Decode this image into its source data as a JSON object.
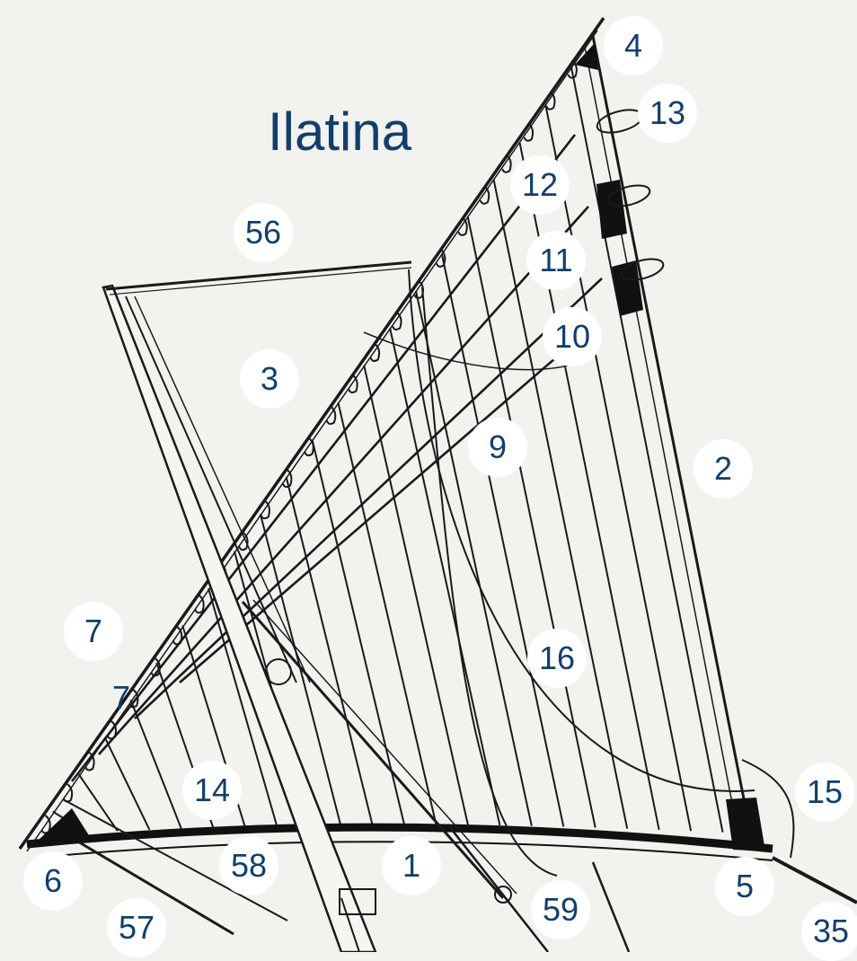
{
  "title": "Ilatina",
  "colors": {
    "background": "#f3f2ee",
    "label_text": "#0f3f6e",
    "label_bubble": "#ffffff",
    "ink": "#1a1a1a"
  },
  "callouts": {
    "c1": "1",
    "c2": "2",
    "c3": "3",
    "c4": "4",
    "c5": "5",
    "c6": "6",
    "c7a": "7",
    "c7b": "7",
    "c9": "9",
    "c10": "10",
    "c11": "11",
    "c12": "12",
    "c13": "13",
    "c14": "14",
    "c15": "15",
    "c16": "16",
    "c35": "35",
    "c56": "56",
    "c57": "57",
    "c58": "58",
    "c59": "59"
  }
}
